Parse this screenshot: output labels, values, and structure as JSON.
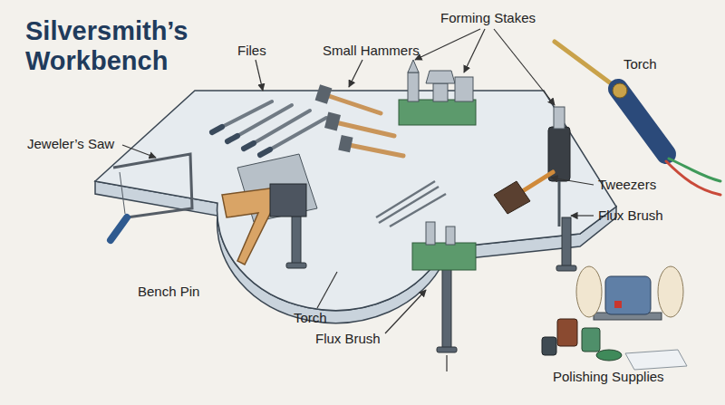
{
  "diagram": {
    "title": "Silversmith’s Workbench",
    "labels": [
      "Files",
      "Small Hammers",
      "Forming Stakes",
      "Torch",
      "Jeweler’s Saw",
      "Tweezers",
      "Flux Brush",
      "Bench Pin",
      "Torch",
      "Flux Brush",
      "Polishing Supplies"
    ]
  }
}
